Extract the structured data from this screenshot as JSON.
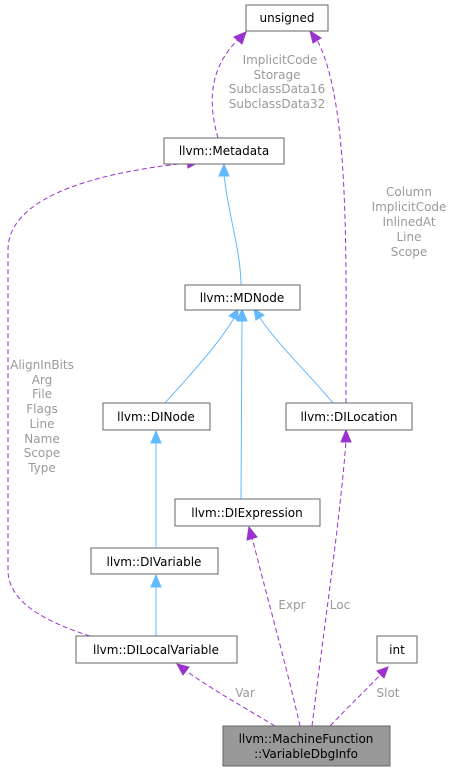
{
  "nodes": {
    "unsigned": "unsigned",
    "metadata": "llvm::Metadata",
    "mdnode": "llvm::MDNode",
    "dinode": "llvm::DINode",
    "dilocation": "llvm::DILocation",
    "diexpression": "llvm::DIExpression",
    "divariable": "llvm::DIVariable",
    "dilocalvariable": "llvm::DILocalVariable",
    "int": "int",
    "main_line1": "llvm::MachineFunction",
    "main_line2": "::VariableDbgInfo"
  },
  "edge_labels": {
    "metadata_unsigned": [
      "ImplicitCode",
      "Storage",
      "SubclassData16",
      "SubclassData32"
    ],
    "dilocation_unsigned": [
      "Column",
      "ImplicitCode",
      "InlinedAt",
      "Line",
      "Scope"
    ],
    "dilocalvariable_metadata": [
      "AlignInBits",
      "Arg",
      "File",
      "Flags",
      "Line",
      "Name",
      "Scope",
      "Type"
    ],
    "expr": "Expr",
    "loc": "Loc",
    "var": "Var",
    "slot": "Slot"
  },
  "colors": {
    "inheritance": "#63b8ff",
    "usage": "#9a32cd",
    "label": "#9a9a9a",
    "main_fill": "#999999"
  }
}
